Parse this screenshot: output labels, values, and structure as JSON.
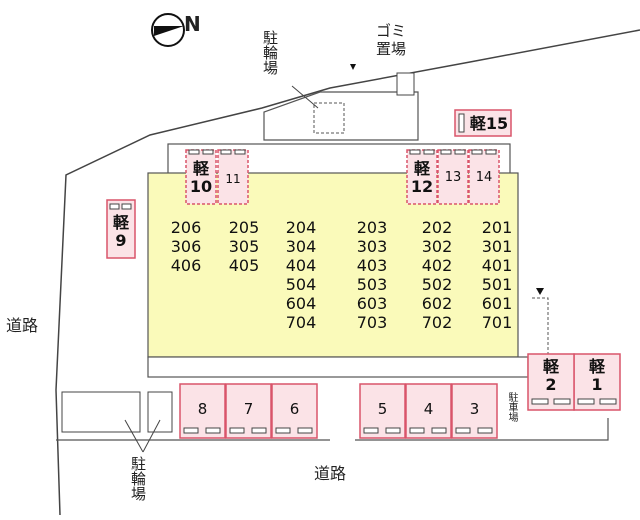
{
  "map": {
    "north_symbol": "N",
    "bike_parking_top": "駐輪場",
    "bike_parking_bottom": "駐輪場",
    "garbage": "ゴミ置場",
    "road_left": "道路",
    "road_bottom": "道路",
    "car_parking": "駐車場",
    "units": {
      "col1": "206\n306\n406",
      "col2": "205\n305\n405",
      "col3": "204\n304\n404\n504\n604\n704",
      "col4": "203\n303\n403\n503\n603\n703",
      "col5": "202\n302\n402\n502\n602\n702",
      "col6": "201\n301\n401\n501\n601\n701"
    },
    "parking": {
      "p8": "8",
      "p7": "7",
      "p6": "6",
      "p5": "5",
      "p4": "4",
      "p3": "3",
      "p11": "11",
      "p13": "13",
      "p14": "14",
      "k1_top": "軽",
      "k1_num": "1",
      "k2_top": "軽",
      "k2_num": "2",
      "k9_top": "軽",
      "k9_num": "9",
      "k10_top": "軽",
      "k10_num": "10",
      "k12_top": "軽",
      "k12_num": "12",
      "k15": "軽15"
    },
    "colors": {
      "building": "#fafaba",
      "slot_border": "#d9556a",
      "slot_fill": "#fbe3e7",
      "line": "#444444"
    }
  }
}
